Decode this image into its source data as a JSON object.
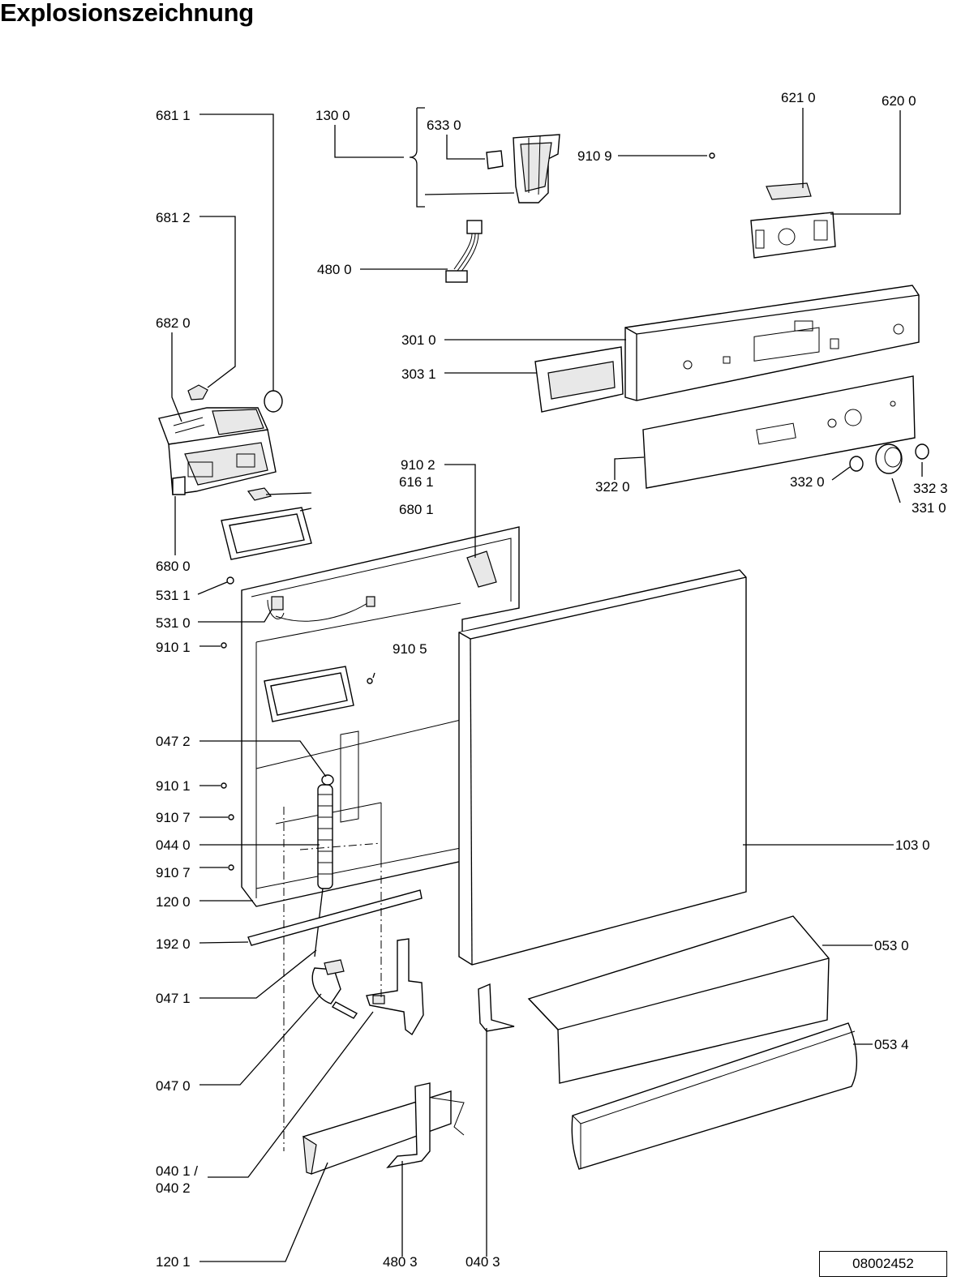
{
  "title": "Explosionszeichnung",
  "document_number": "08002452",
  "labels": {
    "l681_1": "681 1",
    "l681_2": "681 2",
    "l682_0": "682 0",
    "l680_0": "680 0",
    "l616_1": "616 1",
    "l680_1": "680 1",
    "l130_0": "130 0",
    "l633_0": "633 0",
    "l910_9": "910 9",
    "l480_0": "480 0",
    "l621_0": "621 0",
    "l620_0": "620 0",
    "l301_0": "301 0",
    "l303_1": "303 1",
    "l322_0": "322 0",
    "l332_0": "332 0",
    "l332_3": "332 3",
    "l331_0": "331 0",
    "l910_2": "910 2",
    "l531_1": "531 1",
    "l531_0": "531 0",
    "l910_1a": "910 1",
    "l910_5": "910 5",
    "l047_2": "047 2",
    "l910_1b": "910 1",
    "l910_7a": "910 7",
    "l044_0": "044 0",
    "l910_7b": "910 7",
    "l120_0": "120 0",
    "l192_0": "192 0",
    "l047_1": "047 1",
    "l047_0": "047 0",
    "l040_1": "040 1 /",
    "l040_2": "040 2",
    "l120_1": "120 1",
    "l480_3": "480 3",
    "l040_3": "040 3",
    "l103_0": "103 0",
    "l053_0": "053 0",
    "l053_4": "053 4"
  }
}
